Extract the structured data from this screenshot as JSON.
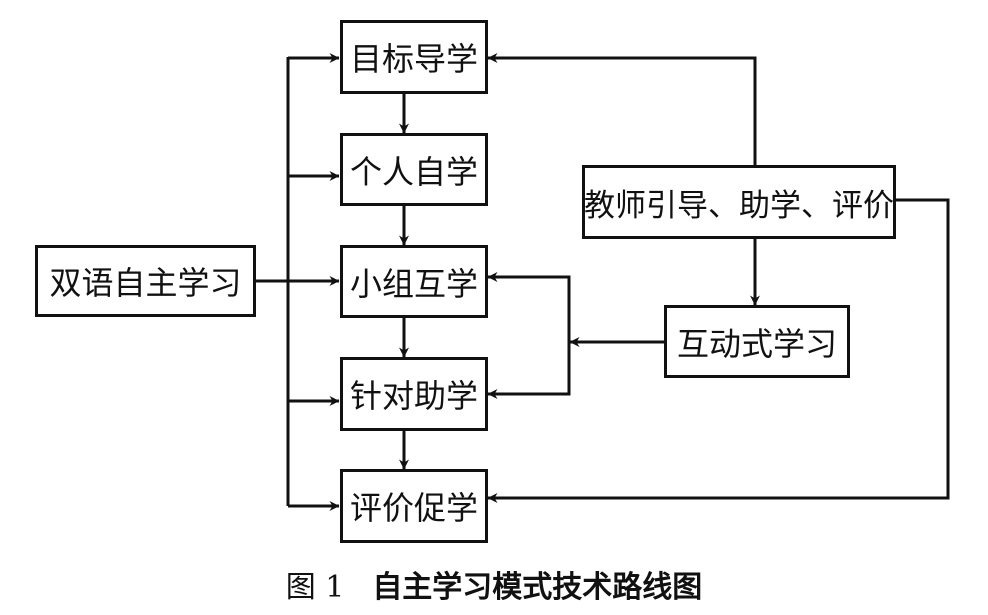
{
  "diagram": {
    "source_node": {
      "id": "bilingual",
      "label": "双语自主学习"
    },
    "main_nodes": [
      {
        "id": "goal",
        "label": "目标导学"
      },
      {
        "id": "self",
        "label": "个人自学"
      },
      {
        "id": "group",
        "label": "小组互学"
      },
      {
        "id": "targeted",
        "label": "针对助学"
      },
      {
        "id": "evaluate",
        "label": "评价促学"
      }
    ],
    "teacher_node": {
      "id": "teacher",
      "label": "教师引导、助学、评价"
    },
    "interactive_node": {
      "id": "interactive",
      "label": "互动式学习"
    },
    "edges": [
      {
        "from": "bilingual",
        "to": "goal"
      },
      {
        "from": "bilingual",
        "to": "self"
      },
      {
        "from": "bilingual",
        "to": "group"
      },
      {
        "from": "bilingual",
        "to": "targeted"
      },
      {
        "from": "bilingual",
        "to": "evaluate"
      },
      {
        "from": "goal",
        "to": "self"
      },
      {
        "from": "self",
        "to": "group"
      },
      {
        "from": "group",
        "to": "targeted"
      },
      {
        "from": "targeted",
        "to": "evaluate"
      },
      {
        "from": "teacher",
        "to": "goal"
      },
      {
        "from": "teacher",
        "to": "interactive"
      },
      {
        "from": "teacher",
        "to": "evaluate"
      },
      {
        "from": "interactive",
        "to": "group"
      },
      {
        "from": "interactive",
        "to": "targeted"
      }
    ]
  },
  "caption": {
    "number": "图 1",
    "title": "自主学习模式技术路线图"
  }
}
